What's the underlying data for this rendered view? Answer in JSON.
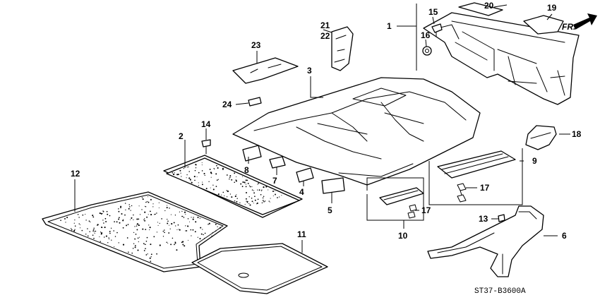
{
  "callouts": {
    "c1": "1",
    "c2": "2",
    "c3": "3",
    "c4": "4",
    "c5": "5",
    "c6": "6",
    "c7": "7",
    "c8": "8",
    "c9": "9",
    "c10": "10",
    "c11": "11",
    "c12": "12",
    "c13": "13",
    "c14": "14",
    "c15": "15",
    "c16": "16",
    "c17a": "17",
    "c17b": "17",
    "c18": "18",
    "c19": "19",
    "c20": "20",
    "c21": "21",
    "c22": "22",
    "c23": "23",
    "c24": "24"
  },
  "direction_label": "FR.",
  "diagram_code": "ST37-B3600A"
}
